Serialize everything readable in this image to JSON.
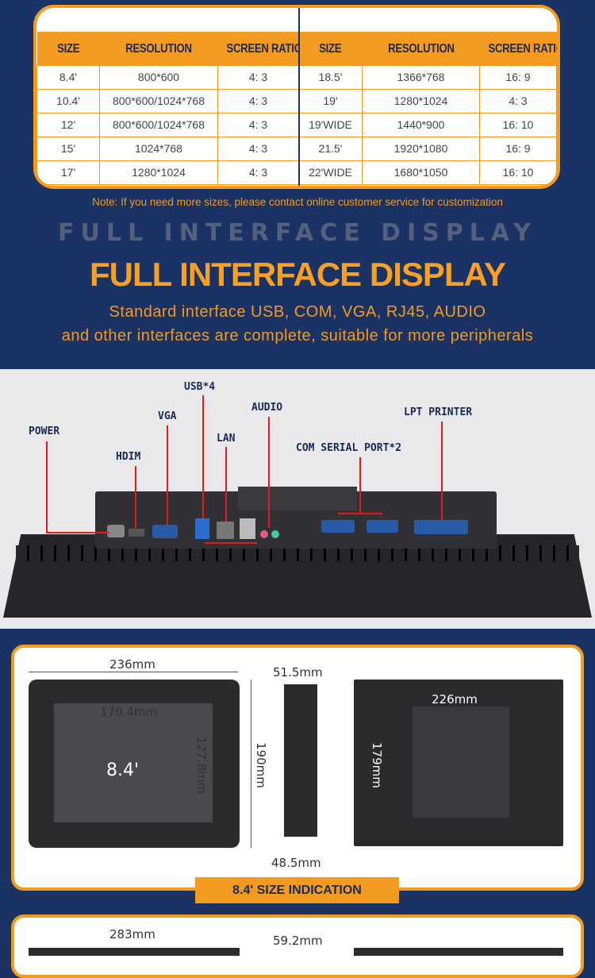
{
  "table": {
    "headers": [
      "SIZE",
      "RESOLUTION",
      "SCREEN RATIO",
      "SIZE",
      "RESOLUTION",
      "SCREEN RATIO"
    ],
    "rows": [
      [
        "8.4'",
        "800*600",
        "4: 3",
        "18.5'",
        "1366*768",
        "16: 9"
      ],
      [
        "10.4'",
        "800*600/1024*768",
        "4: 3",
        "19'",
        "1280*1024",
        "4: 3"
      ],
      [
        "12'",
        "800*600/1024*768",
        "4: 3",
        "19'WIDE",
        "1440*900",
        "16: 10"
      ],
      [
        "15'",
        "1024*768",
        "4: 3",
        "21.5'",
        "1920*1080",
        "16: 9"
      ],
      [
        "17'",
        "1280*1024",
        "4: 3",
        "22'WIDE",
        "1680*1050",
        "16: 10"
      ]
    ]
  },
  "note": "Note: If you need more sizes, please contact online customer service for customization",
  "interface": {
    "ghost": "FULL INTERFACE DISPLAY",
    "title": "FULL INTERFACE DISPLAY",
    "sub1": "Standard interface USB, COM, VGA, RJ45, AUDIO",
    "sub2": "and other interfaces are complete, suitable for more peripherals"
  },
  "ports": {
    "power": "POWER",
    "hdmi": "HDIM",
    "vga": "VGA",
    "usb": "USB*4",
    "lan": "LAN",
    "audio": "AUDIO",
    "com": "COM SERIAL PORT*2",
    "lpt": "LPT PRINTER"
  },
  "size84": {
    "width": "236mm",
    "screen_w": "170.4mm",
    "screen_h": "127.8mm",
    "height": "190mm",
    "label": "8.4'",
    "depth": "51.5mm",
    "depth2": "48.5mm",
    "vesa_w": "226mm",
    "vesa_h": "179mm",
    "caption": "8.4' SIZE INDICATION"
  },
  "size104": {
    "width": "283mm",
    "depth": "59.2mm"
  },
  "colors": {
    "navy": "#1b3264",
    "orange": "#f39a21"
  }
}
